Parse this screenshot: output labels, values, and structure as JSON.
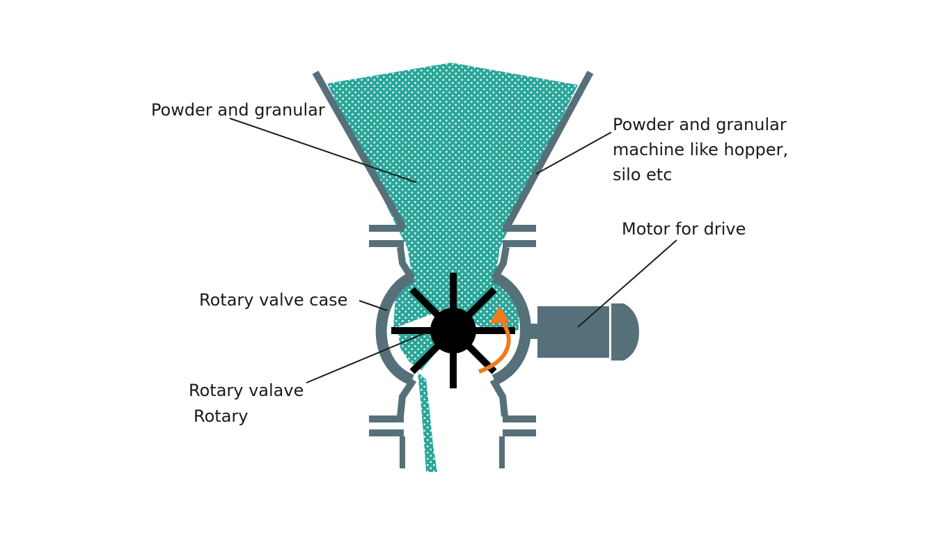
{
  "labels": {
    "powder": "Powder and granular",
    "machine_line1": "Powder and granular",
    "machine_line2": "machine like hopper,",
    "machine_line3": "silo etc",
    "motor": "Motor for drive",
    "case": "Rotary valve case",
    "rotor_line1": "Rotary valave",
    "rotor_line2": "Rotary"
  },
  "colors": {
    "steel": "#56707a",
    "powder": "#2aa69a",
    "powder_dot": "#e6f5f3",
    "rotor": "#000000",
    "arrow": "#f07a1c",
    "leader": "#1a1a1a"
  },
  "icons": {
    "rotation": "curved-arrow-icon"
  }
}
